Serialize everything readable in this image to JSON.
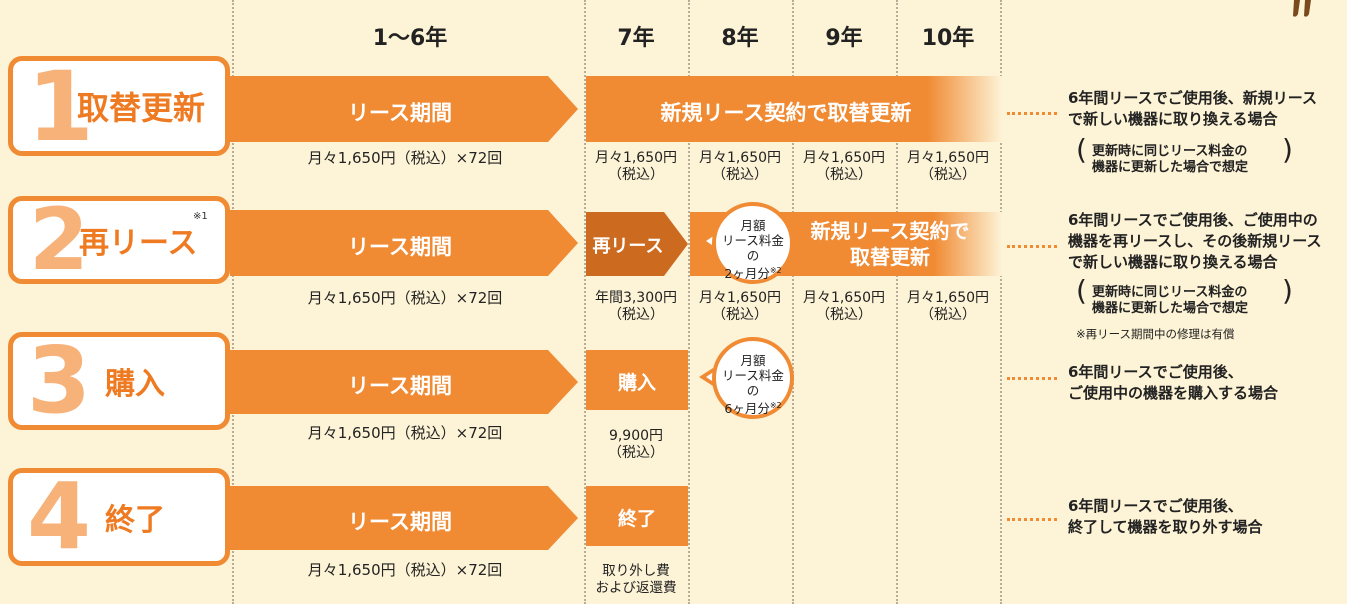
{
  "years": [
    "1〜6年",
    "7年",
    "8年",
    "9年",
    "10年"
  ],
  "rows": [
    {
      "num": "1",
      "label": "取替更新",
      "bar": "リース期間",
      "price": "月々1,650円（税込）×72回",
      "new_lease": "新規リース契約で取替更新",
      "y7": [
        "月々1,650円",
        "（税込）"
      ],
      "y8": [
        "月々1,650円",
        "（税込）"
      ],
      "y9": [
        "月々1,650円",
        "（税込）"
      ],
      "y10": [
        "月々1,650円",
        "（税込）"
      ],
      "desc": [
        "6年間リースでご使用後、新規リース",
        "で新しい機器に取り換える場合"
      ],
      "paren": [
        "更新時に同じリース料金の",
        "機器に更新した場合で想定"
      ]
    },
    {
      "num": "2",
      "label": "再リース",
      "sup": "※1",
      "bar": "リース期間",
      "price": "月々1,650円（税込）×72回",
      "step": "再リース",
      "bubble": [
        "月額",
        "リース料金の",
        "2ヶ月分"
      ],
      "bubble_sup": "※2",
      "new_lease": [
        "新規リース契約で",
        "取替更新"
      ],
      "y7": [
        "年間3,300円",
        "（税込）"
      ],
      "y8": [
        "月々1,650円",
        "（税込）"
      ],
      "y9": [
        "月々1,650円",
        "（税込）"
      ],
      "y10": [
        "月々1,650円",
        "（税込）"
      ],
      "desc": [
        "6年間リースでご使用後、ご使用中の",
        "機器を再リースし、その後新規リース",
        "で新しい機器に取り換える場合"
      ],
      "paren": [
        "更新時に同じリース料金の",
        "機器に更新した場合で想定"
      ],
      "note": "※再リース期間中の修理は有償"
    },
    {
      "num": "3",
      "label": "購入",
      "bar": "リース期間",
      "price": "月々1,650円（税込）×72回",
      "step": "購入",
      "bubble": [
        "月額",
        "リース料金の",
        "6ヶ月分"
      ],
      "bubble_sup": "※2",
      "y7": [
        "9,900円",
        "（税込）"
      ],
      "desc": [
        "6年間リースでご使用後、",
        "ご使用中の機器を購入する場合"
      ]
    },
    {
      "num": "4",
      "label": "終了",
      "bar": "リース期間",
      "price": "月々1,650円（税込）×72回",
      "step": "終了",
      "y7": [
        "取り外し費",
        "および返還費"
      ],
      "desc": [
        "6年間リースでご使用後、",
        "終了して機器を取り外す場合"
      ]
    }
  ],
  "colors": {
    "background": "#fdf3d6",
    "accent": "#f08a33",
    "bar_dark": "#e8772a",
    "relese_step": "#cc6a1f",
    "number": "#f7b27a"
  }
}
